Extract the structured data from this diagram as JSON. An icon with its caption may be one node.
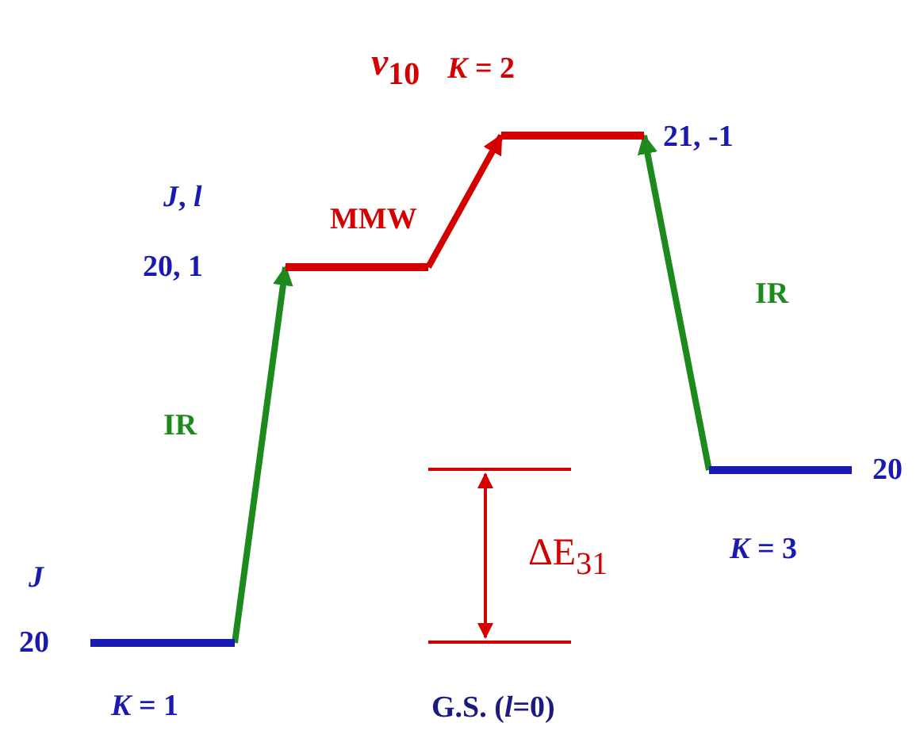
{
  "diagram": {
    "nodes": [
      {
        "text": [],
        "shape": "bar",
        "beside": [
          "*J*",
          "20",
          "*K* = 1"
        ]
      },
      {
        "text": [],
        "shape": "bar",
        "beside": [
          "*J*, *l*",
          "20, 1"
        ]
      },
      {
        "text": [],
        "shape": "bar",
        "beside": [
          "21, -1"
        ]
      },
      {
        "text": [],
        "shape": "bar",
        "beside": [
          "20",
          "*K* = 3"
        ]
      }
    ],
    "edges": [
      {
        "from": 0,
        "to": 1,
        "arrow": "to",
        "label": "IR"
      },
      {
        "from": 1,
        "to": 2,
        "arrow": "to",
        "label": "MMW",
        "color": "#d40000"
      },
      {
        "from": 3,
        "to": 2,
        "arrow": "to",
        "label": "IR"
      }
    ],
    "labels": [
      "*ν*$_{10}$",
      "*K* = 2",
      "ΔE$_{31}$",
      "G.S.  (*l*=0)"
    ]
  }
}
